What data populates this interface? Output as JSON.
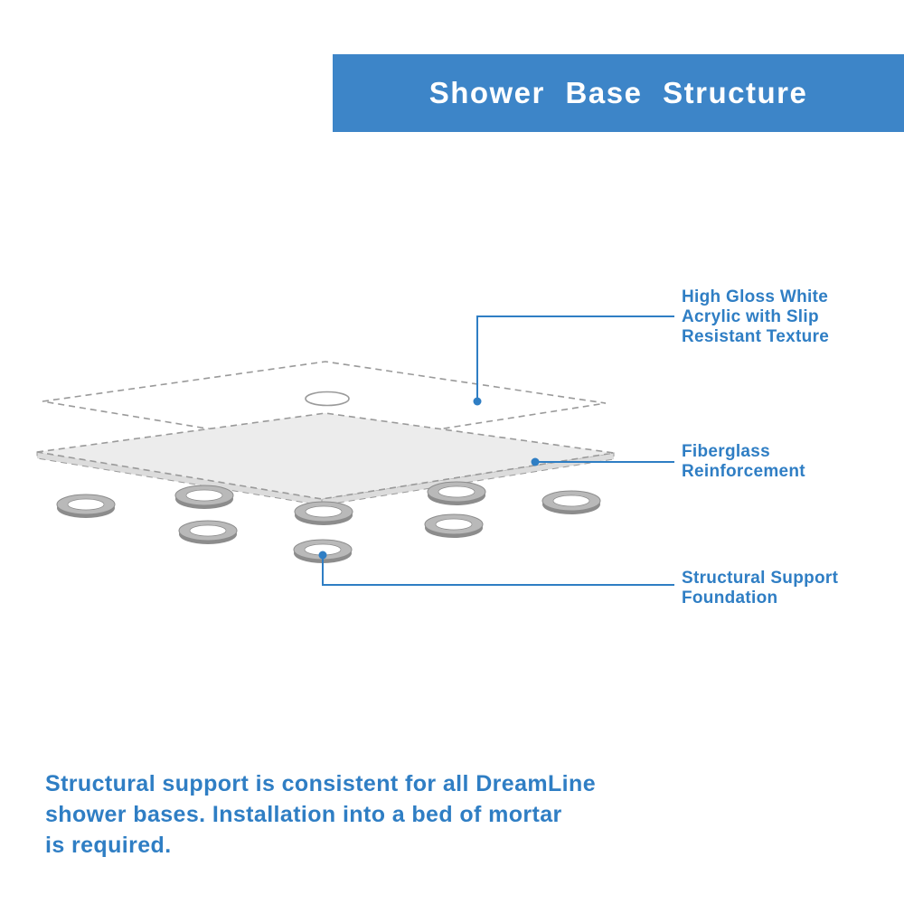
{
  "header": {
    "title": "Shower Base Structure"
  },
  "callouts": {
    "acrylic": {
      "lines": [
        "High Gloss White",
        "Acrylic with Slip",
        "Resistant Texture"
      ]
    },
    "fiberglass": {
      "lines": [
        "Fiberglass",
        "Reinforcement"
      ]
    },
    "support": {
      "lines": [
        "Structural Support",
        "Foundation"
      ]
    }
  },
  "footer": {
    "lines": [
      "Structural support is consistent for all DreamLine",
      "shower bases. Installation into a bed of mortar",
      "is required."
    ]
  },
  "colors": {
    "accent": "#2f7ec4",
    "header_bg": "#3d85c8",
    "line_gray": "#9a9a9a",
    "slab_fill": "#ececec",
    "slab_side": "#dcdcdc",
    "ring_mid": "#b9b9b9",
    "ring_dark": "#8c8c8c"
  }
}
